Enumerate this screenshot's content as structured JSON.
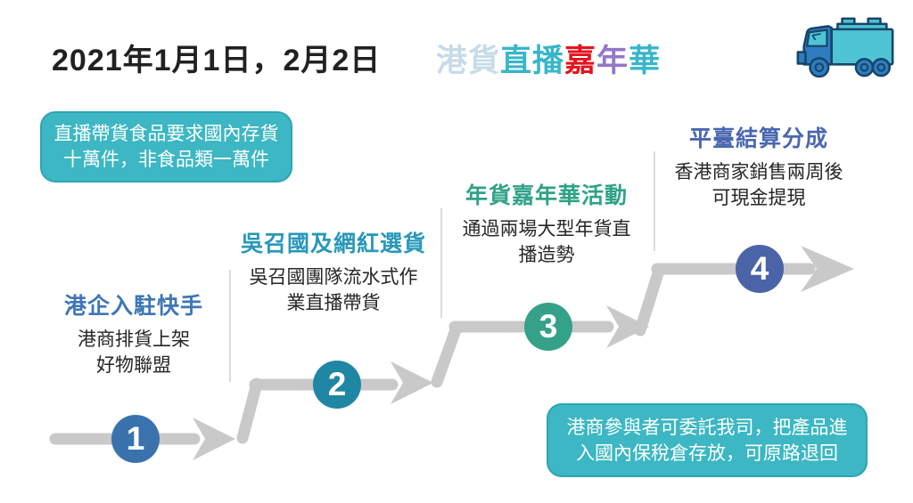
{
  "header": {
    "date_title": "2021年1月1日，2月2日",
    "brand_parts": [
      {
        "text": "港貨",
        "color": "#c6dbe9"
      },
      {
        "text": "直播",
        "color": "#38b6c9"
      },
      {
        "text": "嘉",
        "color": "#e6131c"
      },
      {
        "text": "年",
        "color": "#9377c9"
      },
      {
        "text": "華",
        "color": "#38b6c9"
      }
    ],
    "truck_icon": "truck-icon"
  },
  "callouts": {
    "top_left": {
      "lines": [
        "直播帶貨食品要求國內存貨",
        "十萬件，非食品類一萬件"
      ]
    },
    "bottom_right": {
      "lines": [
        "港商參與者可委託我司，把產品進",
        "入國內保稅倉存放，可原路退回"
      ]
    }
  },
  "steps": [
    {
      "number": "1",
      "title": "港企入駐快手",
      "title_color": "#3d76b6",
      "circle_color": "#3a72ad",
      "body_lines": [
        "港商排貨上架",
        "好物聯盟"
      ]
    },
    {
      "number": "2",
      "title": "吳召國及網紅選貨",
      "title_color": "#2898b8",
      "circle_color": "#1f87a3",
      "body_lines": [
        "吳召國團隊流水式作",
        "業直播帶貨"
      ]
    },
    {
      "number": "3",
      "title": "年貨嘉年華活動",
      "title_color": "#2fa287",
      "circle_color": "#36a189",
      "body_lines": [
        "通過兩場大型年貨直",
        "播造勢"
      ]
    },
    {
      "number": "4",
      "title": "平臺結算分成",
      "title_color": "#4a67b0",
      "circle_color": "#4b63a7",
      "body_lines": [
        "香港商家銷售兩周後",
        "可現金提現"
      ]
    }
  ],
  "colors": {
    "arrow_gray": "#c9c9c9",
    "callout_fill": "#3cb7c3",
    "callout_border": "#2da5b2",
    "body_text": "#262626",
    "truck_blue": "#2f7dc0",
    "truck_teal": "#4ec4d4"
  }
}
